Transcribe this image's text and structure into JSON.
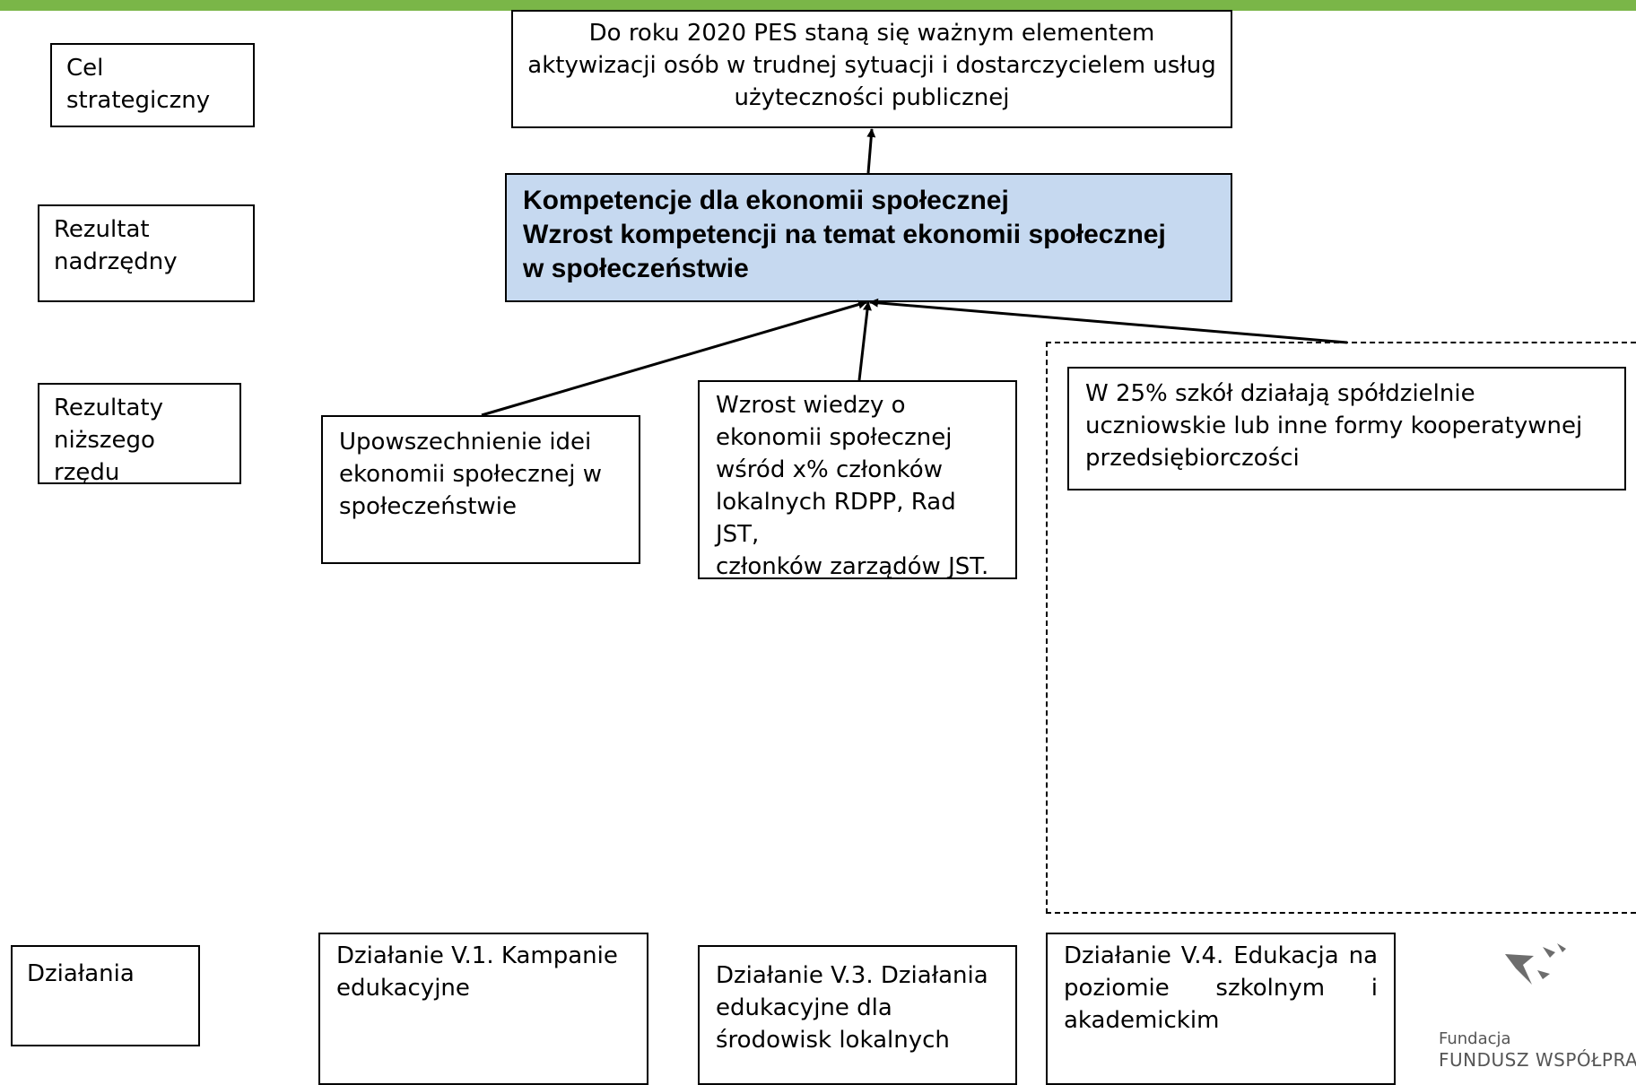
{
  "colors": {
    "top_bar": "#7ab648",
    "superior_fill": "#c6d9f0",
    "logo_gray": "#6d6d6d"
  },
  "left_labels": {
    "cel": [
      "Cel",
      "strategiczny"
    ],
    "rezultat": [
      "Rezultat",
      "nadrzędny"
    ],
    "rezultaty": [
      "Rezultaty",
      "niższego rzędu"
    ],
    "dzialania": "Działania"
  },
  "goal": [
    "Do roku 2020 PES staną się  ważnym elementem",
    "aktywizacji osób w trudnej sytuacji i dostarczycielem usług",
    "użyteczności publicznej"
  ],
  "superior": [
    "Kompetencje dla ekonomii społecznej",
    "Wzrost kompetencji na temat ekonomii społecznej",
    "w społeczeństwie"
  ],
  "lower_results": {
    "r1": [
      "Upowszechnienie idei",
      "ekonomii społecznej w",
      "społeczeństwie"
    ],
    "r2": [
      "Wzrost wiedzy o",
      "ekonomii społecznej",
      "wśród x% członków",
      "lokalnych RDPP, Rad JST,",
      "członków zarządów JST."
    ],
    "r3": [
      "W 25% szkół działają spółdzielnie",
      "uczniowskie lub inne formy kooperatywnej",
      "przedsiębiorczości"
    ]
  },
  "actions": {
    "a1": [
      "Działanie V.1. Kampanie",
      "edukacyjne"
    ],
    "a3": [
      "Działanie V.3. Działania",
      "edukacyjne dla",
      "środowisk lokalnych"
    ],
    "a4": "Działanie V.4. Edukacja na poziomie szkolnym i akademickim"
  },
  "logo": {
    "small": "Fundacja",
    "big": "FUNDUSZ WSPÓŁPRACY",
    "icon": "bird-flock-icon"
  }
}
